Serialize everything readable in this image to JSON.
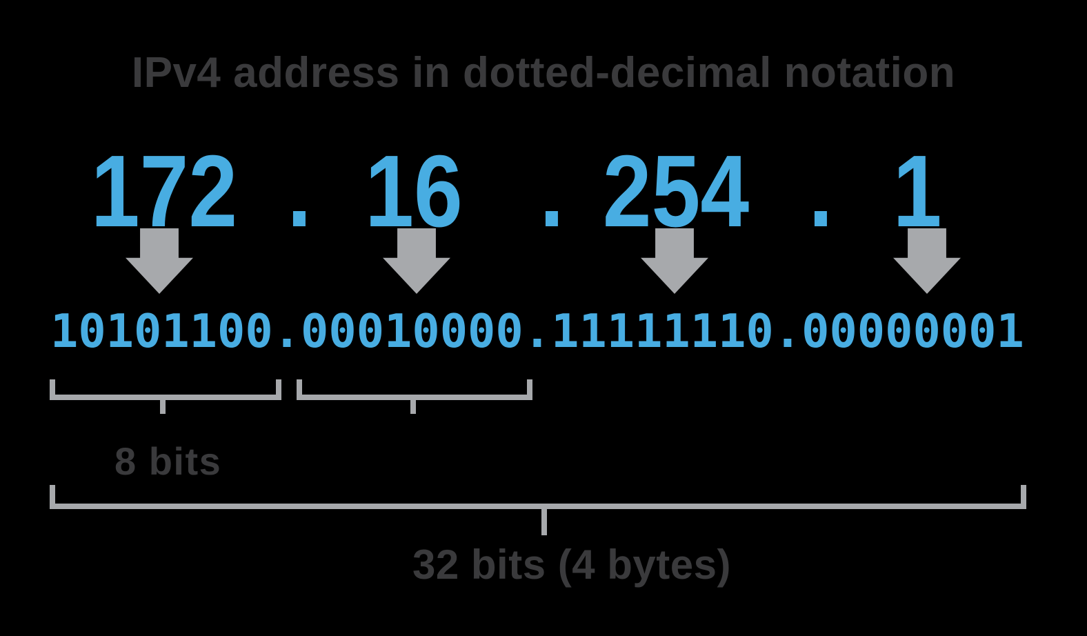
{
  "title": "IPv4 address in dotted-decimal notation",
  "address": {
    "decimal_octets": [
      "172",
      "16",
      "254",
      "1"
    ],
    "separator": ".",
    "binary": "10101100.00010000.11111110.00000001",
    "binary_octets": [
      "10101100",
      "00010000",
      "11111110",
      "00000001"
    ]
  },
  "labels": {
    "octet_size": "8 bits",
    "total_size": "32 bits (4 bytes)"
  },
  "icons": {
    "mapping_arrow": "down-arrow-icon"
  },
  "colors": {
    "accent_blue": "#48ADE2",
    "gray": "#A7A9AC",
    "text_dark": "#3A3A3C",
    "background": "#000000"
  }
}
